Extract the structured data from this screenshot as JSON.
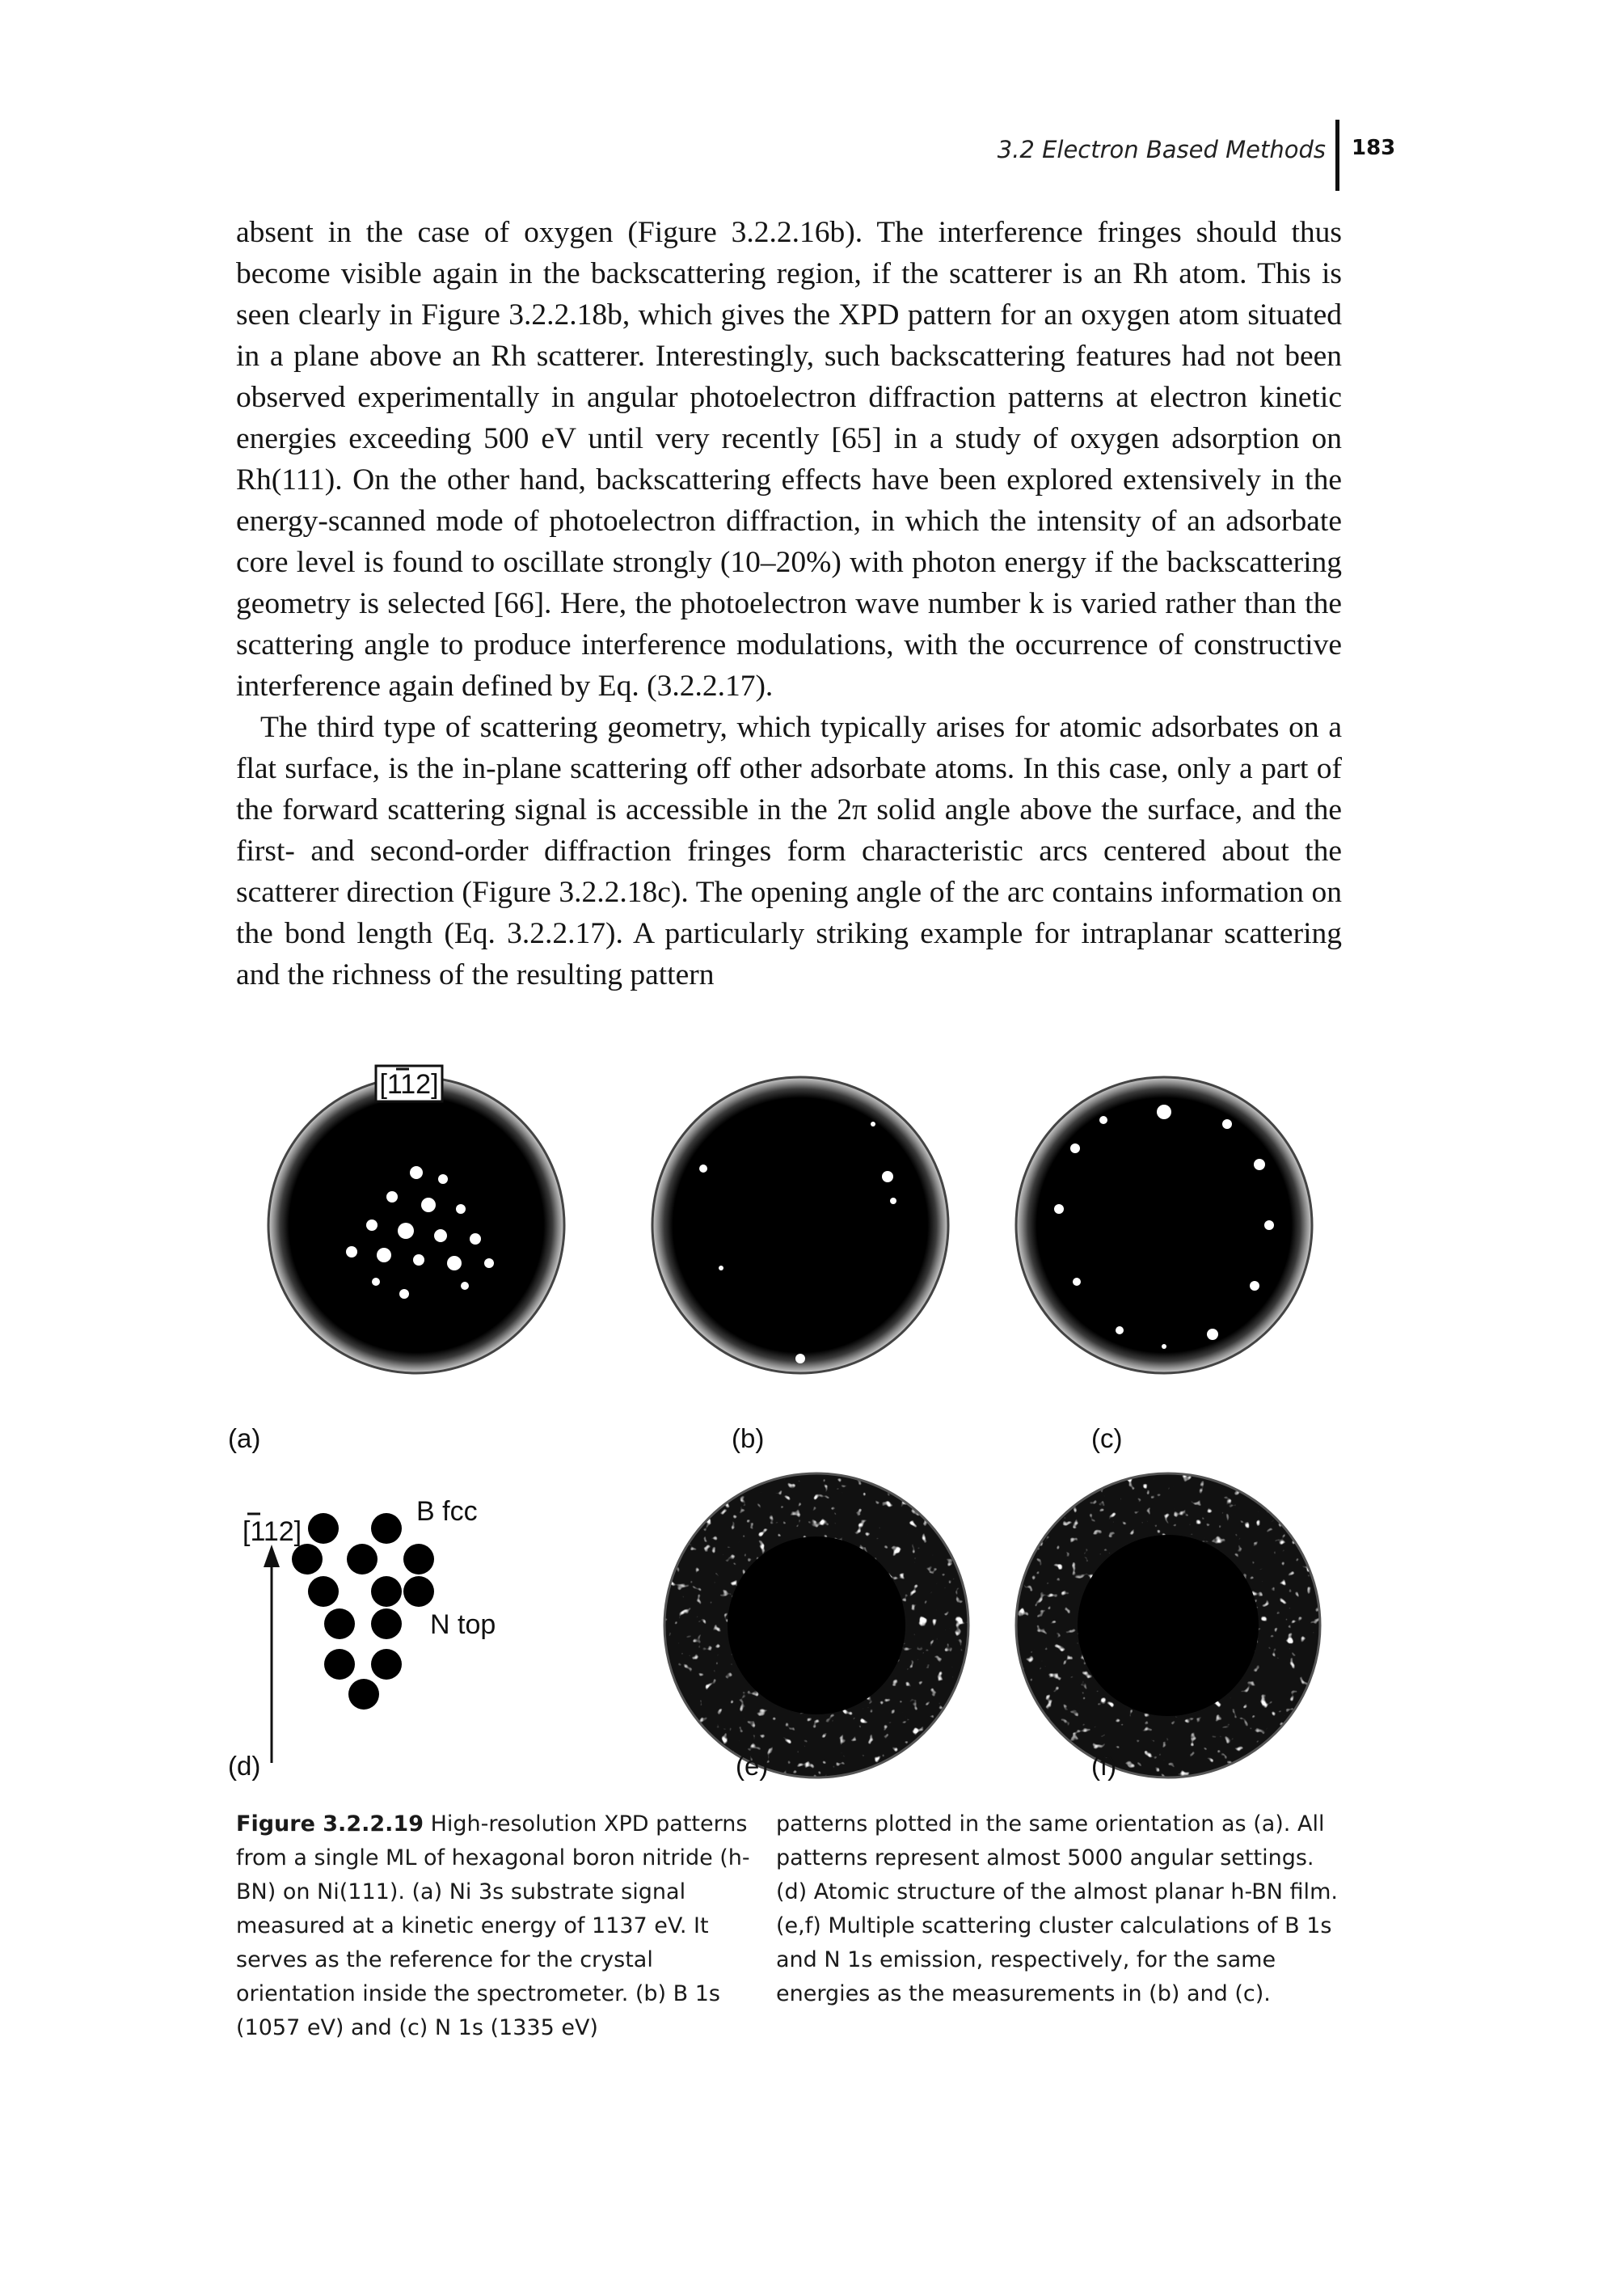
{
  "header": {
    "section": "3.2 Electron Based Methods",
    "page_number": "183"
  },
  "body": {
    "paragraph_1": "absent in the case of oxygen (Figure 3.2.2.16b). The interference fringes should thus become visible again in the backscattering region, if the scatterer is an Rh atom. This is seen clearly in Figure 3.2.2.18b, which gives the XPD pattern for an oxygen atom situated in a plane above an Rh scatterer. Interestingly, such backscattering features had not been observed experimentally in angular photoelectron diffraction patterns at electron kinetic energies exceeding 500 eV until very recently [65] in a study of oxygen adsorption on Rh(111). On the other hand, backscattering effects have been explored extensively in the energy-scanned mode of photoelectron diffraction, in which the intensity of an adsorbate core level is found to oscillate strongly (10–20%) with photon energy if the backscattering geometry is selected [66]. Here, the photoelectron wave number k is varied rather than the scattering angle to produce interference modulations, with the occurrence of constructive interference again defined by Eq. (3.2.2.17).",
    "paragraph_2": "The third type of scattering geometry, which typically arises for atomic adsorbates on a flat surface, is the in-plane scattering off other adsorbate atoms. In this case, only a part of the forward scattering signal is accessible in the 2π solid angle above the surface, and the first- and second-order diffraction fringes form characteristic arcs centered about the scatterer direction (Figure 3.2.2.18c). The opening angle of the arc contains information on the bond length (Eq. 3.2.2.17). A particularly striking example for intraplanar scattering and the richness of the resulting pattern"
  },
  "figure": {
    "panel_labels": [
      "(a)",
      "(b)",
      "(c)",
      "(d)",
      "(e)",
      "(f)"
    ],
    "direction_label": "[112]",
    "atom_labels": {
      "boron": "B fcc",
      "nitrogen": "N top"
    }
  },
  "caption": {
    "figure_number": "Figure 3.2.2.19",
    "left_text": "High-resolution XPD patterns from a single ML of hexagonal boron nitride (h-BN) on Ni(111). (a) Ni 3s substrate signal measured at a kinetic energy of 1137 eV. It serves as the reference for the crystal orientation inside the spectrometer. (b) B 1s (1057 eV) and (c) N 1s (1335 eV)",
    "right_text": "patterns plotted in the same orientation as (a). All patterns represent almost 5000 angular settings. (d) Atomic structure of the almost planar h-BN film. (e,f) Multiple scattering cluster calculations of B 1s and N 1s emission, respectively, for the same energies as the measurements in (b) and (c)."
  }
}
